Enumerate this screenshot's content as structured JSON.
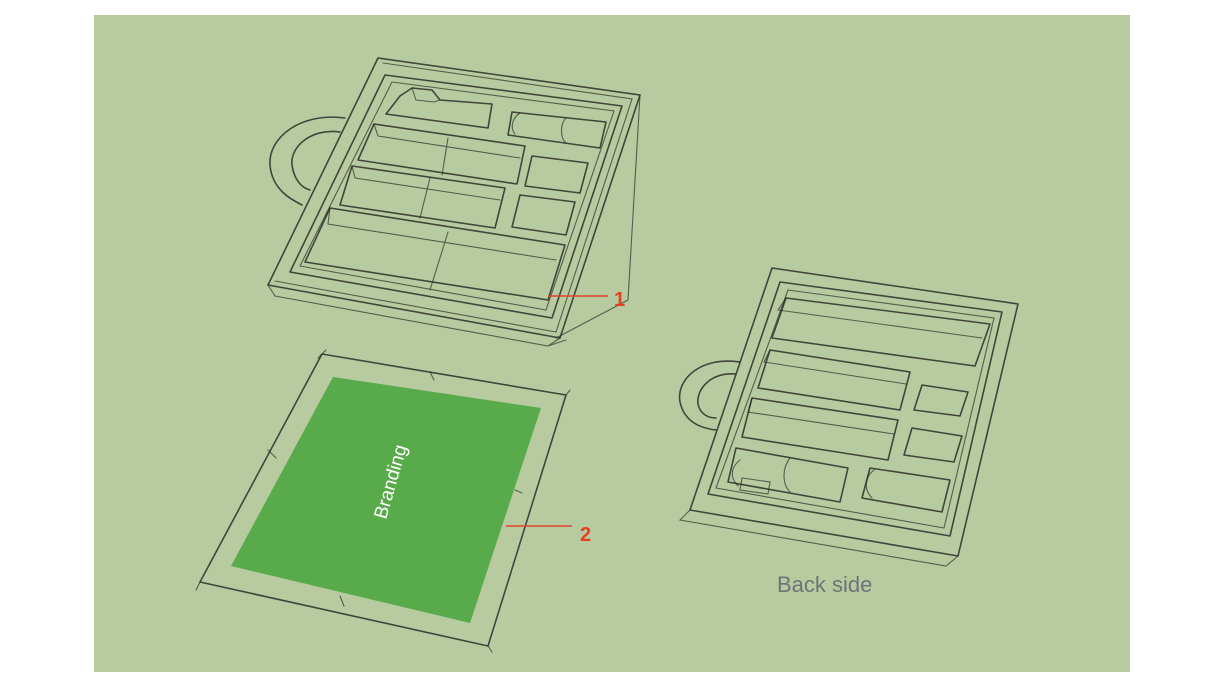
{
  "callouts": {
    "tray_number": "1",
    "lid_number": "2"
  },
  "lid": {
    "branding_label": "Branding"
  },
  "back_tray": {
    "label": "Back side"
  },
  "colors": {
    "background": "#b8cba0",
    "branding_panel": "#58aa4b",
    "callout": "#e8401f",
    "sketch_line": "#2c2e28",
    "label_gray": "#6f7377"
  }
}
